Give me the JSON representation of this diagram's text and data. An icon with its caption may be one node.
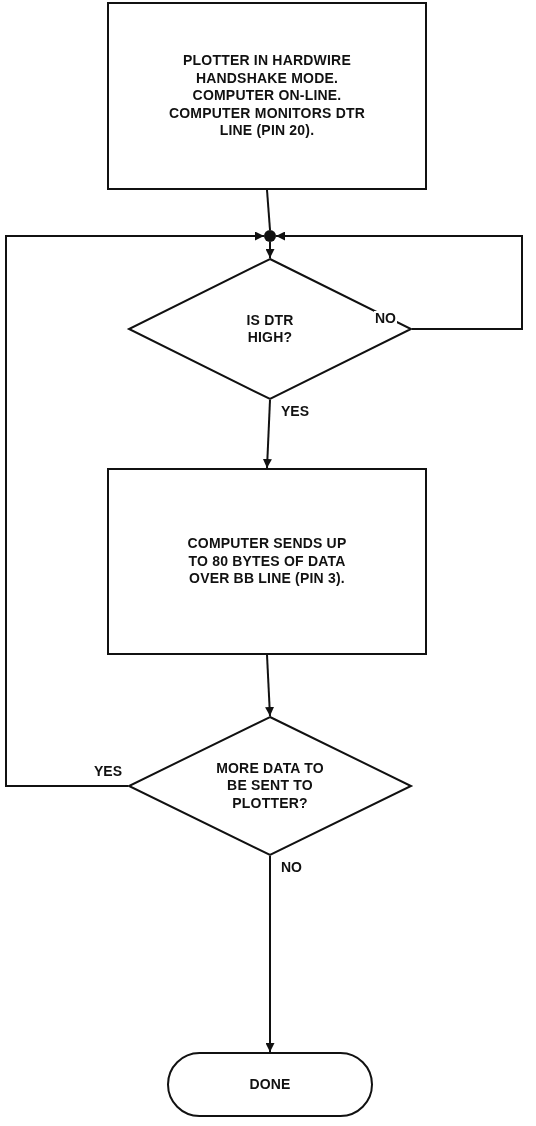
{
  "diagram": {
    "nodes": [
      {
        "text": [
          "PLOTTER IN HARDWIRE HANDSHAKE MODE. COMPUTER ON-LINE. COMPUTER MONITORS DTR LINE (PIN 20)."
        ]
      },
      {
        "text": [],
        "shape": "circle"
      },
      {
        "text": [
          "IS DTR HIGH?"
        ]
      },
      {
        "text": [
          "COMPUTER SENDS UP TO 80 BYTES OF DATA OVER BB LINE (PIN 3)."
        ]
      },
      {
        "text": [
          "MORE DATA TO BE SENT TO PLOTTER?"
        ]
      },
      {
        "text": [
          "DONE"
        ]
      }
    ],
    "edges": [
      {
        "from": 0,
        "to": 1,
        "arrow": "none"
      },
      {
        "from": 1,
        "to": 2,
        "arrow": "to"
      },
      {
        "from": 2,
        "to": 1,
        "arrow": "to",
        "label": "NO"
      },
      {
        "from": 2,
        "to": 3,
        "arrow": "to",
        "label": "YES"
      },
      {
        "from": 3,
        "to": 4,
        "arrow": "to"
      },
      {
        "from": 4,
        "to": 1,
        "arrow": "to",
        "label": "YES"
      },
      {
        "from": 4,
        "to": 5,
        "arrow": "to",
        "label": "NO"
      }
    ]
  }
}
